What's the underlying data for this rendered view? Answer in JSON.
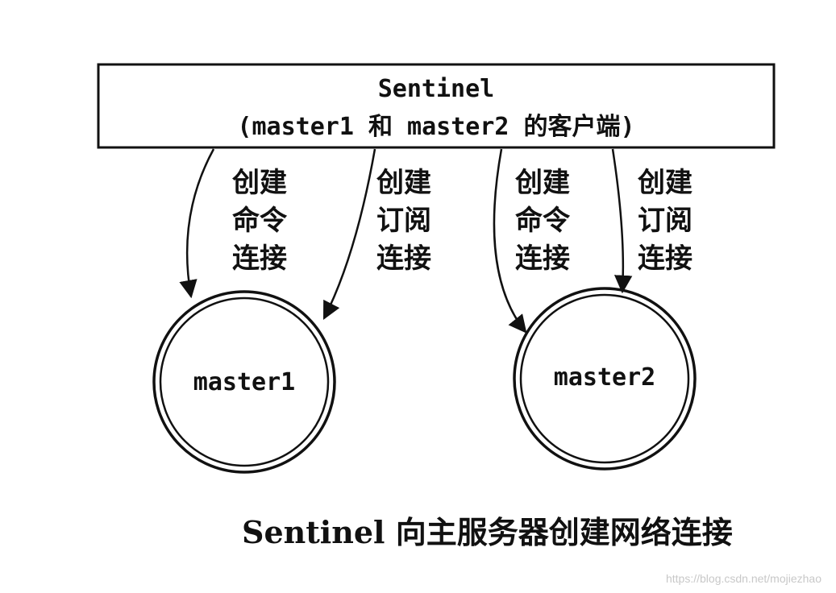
{
  "sentinel_box": {
    "title": "Sentinel",
    "subtitle": "(master1 和 master2 的客户端)"
  },
  "connections": [
    {
      "target": "master1",
      "lines": [
        "创建",
        "命令",
        "连接"
      ]
    },
    {
      "target": "master1",
      "lines": [
        "创建",
        "订阅",
        "连接"
      ]
    },
    {
      "target": "master2",
      "lines": [
        "创建",
        "命令",
        "连接"
      ]
    },
    {
      "target": "master2",
      "lines": [
        "创建",
        "订阅",
        "连接"
      ]
    }
  ],
  "nodes": [
    {
      "label": "master1"
    },
    {
      "label": "master2"
    }
  ],
  "caption": "Sentinel 向主服务器创建网络连接",
  "watermark": "https://blog.csdn.net/mojiezhao",
  "colors": {
    "ink": "#111111",
    "background": "#ffffff",
    "watermark": "#c8c8c8"
  }
}
